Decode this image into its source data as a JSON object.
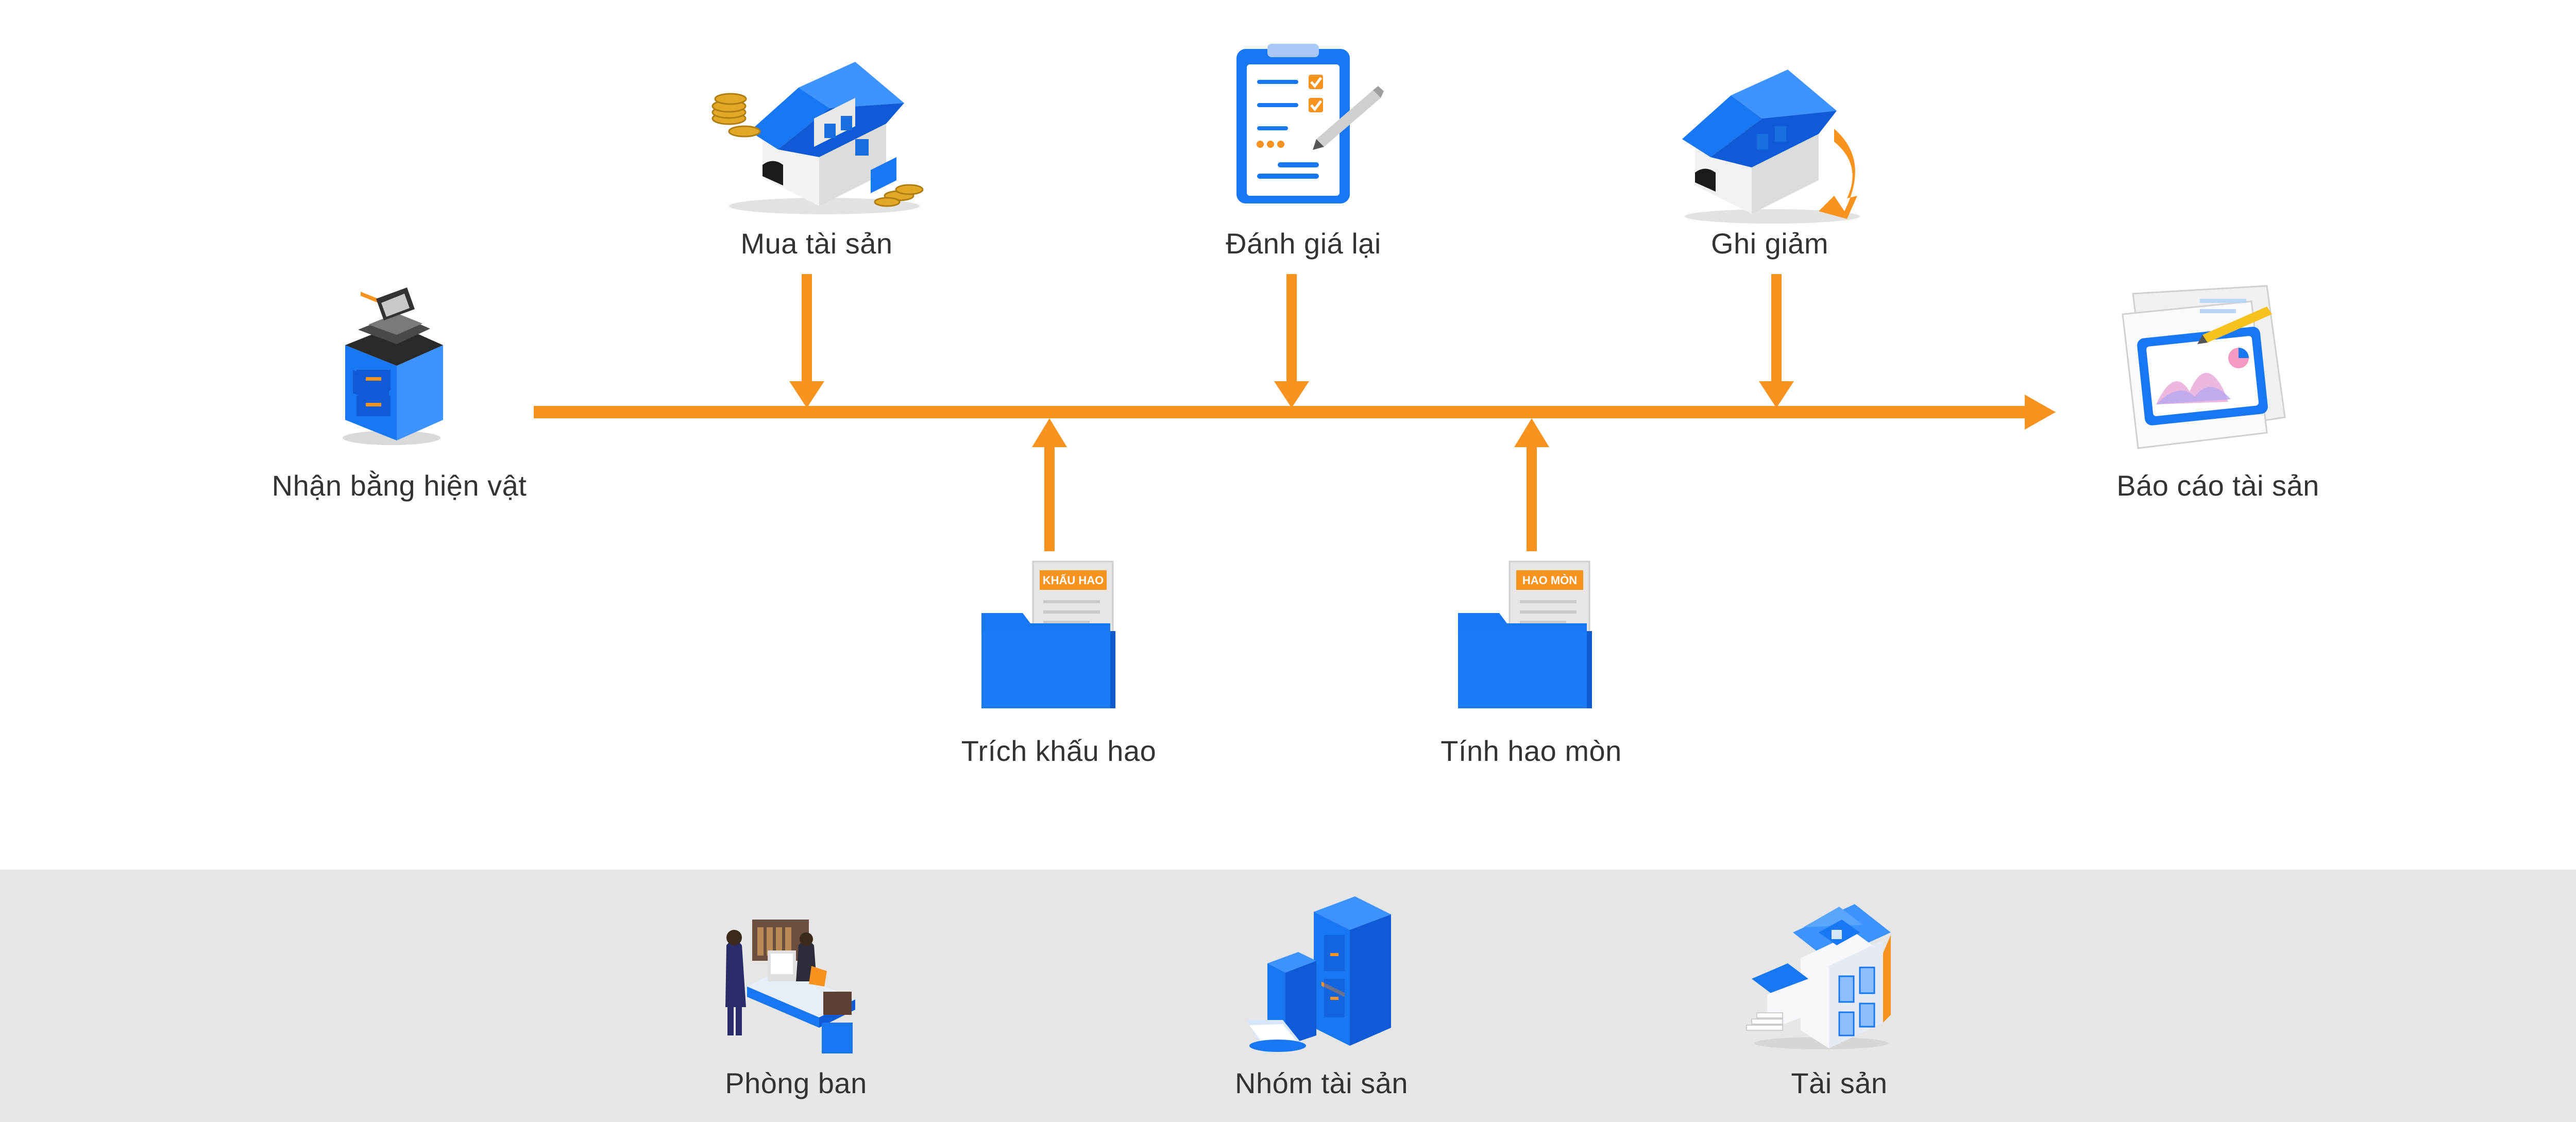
{
  "colors": {
    "accent_orange": "#f7931e",
    "primary_blue": "#1877f2",
    "band_gray": "#e6e6e7",
    "text": "#333333"
  },
  "start": {
    "label": "Nhận bằng hiện vật",
    "icon": "filing-cabinet-printer-icon"
  },
  "end": {
    "label": "Báo cáo tài sản",
    "icon": "report-documents-icon"
  },
  "top_steps": [
    {
      "label": "Mua tài sản",
      "icon": "house-with-coins-icon"
    },
    {
      "label": "Đánh giá lại",
      "icon": "clipboard-checklist-icon"
    },
    {
      "label": "Ghi giảm",
      "icon": "house-down-arrow-icon"
    }
  ],
  "bottom_steps": [
    {
      "label": "Trích khấu hao",
      "icon": "folder-document-icon",
      "doc_tag": "KHẤU HAO"
    },
    {
      "label": "Tính hao mòn",
      "icon": "folder-document-icon",
      "doc_tag": "HAO MÒN"
    }
  ],
  "catalog": [
    {
      "label": "Phòng ban",
      "icon": "office-desk-people-icon"
    },
    {
      "label": "Nhóm tài sản",
      "icon": "cabinet-group-icon"
    },
    {
      "label": "Tài sản",
      "icon": "house-asset-icon"
    }
  ]
}
